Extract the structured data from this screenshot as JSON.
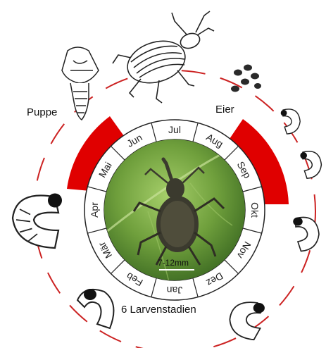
{
  "labels": {
    "pupa": "Puppe",
    "eggs": "Eier",
    "larvae": "6 Larvenstadien",
    "size": "7-12mm"
  },
  "months": [
    "Jan",
    "Feb",
    "Mär",
    "Apr",
    "Mai",
    "Jun",
    "Jul",
    "Aug",
    "Sep",
    "Okt",
    "Nov",
    "Dez"
  ],
  "colors": {
    "highlight": "#e00000",
    "cycle_line": "#cc2222",
    "leaf_dark": "#3f6e22",
    "leaf_light": "#8fbf55",
    "outline": "#222222"
  },
  "icons": [
    "weevil-drawing-icon",
    "pupa-icon",
    "egg-cluster-icon",
    "larva-icon",
    "weevil-photo-icon"
  ]
}
